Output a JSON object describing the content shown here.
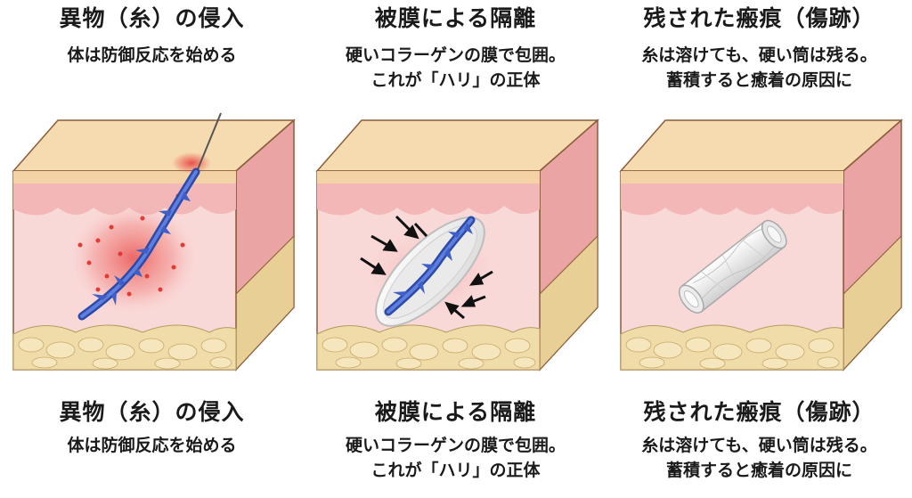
{
  "panels": [
    {
      "title": "異物（糸）の侵入",
      "desc_line1": "体は防御反応を始める",
      "desc_line2": ""
    },
    {
      "title": "被膜による隔離",
      "desc_line1": "硬いコラーゲンの膜で包囲。",
      "desc_line2": "これが「ハリ」の正体"
    },
    {
      "title": "残された瘢痕（傷跡）",
      "desc_line1": "糸は溶けても、硬い筒は残る。",
      "desc_line2": "蓄積すると癒着の原因に"
    }
  ],
  "colors": {
    "epidermis": "#f3d2a6",
    "dermis": "#f2b7b6",
    "dermis_inner": "#f9d9d8",
    "fat": "#f0dca8",
    "thread": "#3f5fc8",
    "inflammation": "#e8423f",
    "capsule": "#f4f4f4"
  }
}
